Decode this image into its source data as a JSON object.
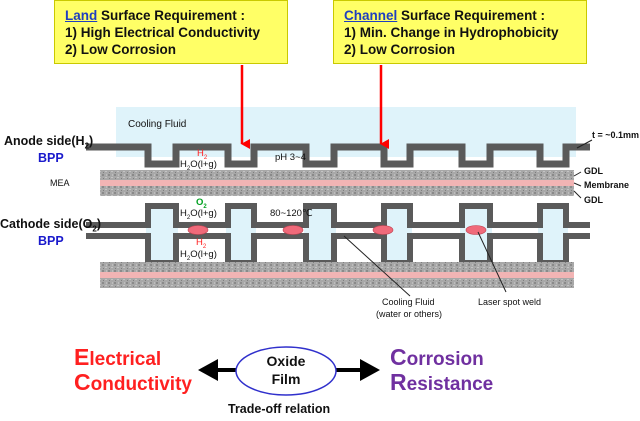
{
  "boxes": {
    "land": {
      "keyword": "Land",
      "rest": " Surface Requirement :",
      "line1": "1) High Electrical Conductivity",
      "line2": "2) Low Corrosion"
    },
    "channel": {
      "keyword": "Channel",
      "rest": " Surface Requirement :",
      "line1": "1) Min. Change in Hydrophobicity",
      "line2": "2) Low Corrosion"
    }
  },
  "labels": {
    "cooling_fluid_top": "Cooling Fluid",
    "thickness": "t = ~0.1mm",
    "anode_side": "Anode side(H",
    "anode_sub": "2",
    "anode_close": ")",
    "anode_bpp": "BPP",
    "cathode_side": "Cathode side(O",
    "cathode_sub": "2",
    "cathode_close": ")",
    "cathode_bpp": "BPP",
    "mea": "MEA",
    "gdl_top": "GDL",
    "membrane": "Membrane",
    "gdl_bottom": "GDL",
    "h2_top": "H",
    "h2_top_sub": "2",
    "water_top": "H",
    "water_top_sub": "2",
    "water_top_rest": "O(l+g)",
    "ph": "pH 3~4",
    "o2": "O",
    "o2_sub": "2",
    "water_mid": "H",
    "water_mid_sub": "2",
    "water_mid_rest": "O(l+g)",
    "temp": "80~120℃",
    "h2_bottom": "H",
    "h2_bottom_sub": "2",
    "water_bot": "H",
    "water_bot_sub": "2",
    "water_bot_rest": "O(l+g)",
    "cooling_fluid_bottom": "Cooling Fluid",
    "cooling_fluid_note": "(water or others)",
    "laser_weld": "Laser spot weld"
  },
  "tradeoff": {
    "left_cap1": "E",
    "left_rest1": "lectrical",
    "left_cap2": "C",
    "left_rest2": "onductivity",
    "center1": "Oxide",
    "center2": "Film",
    "right_cap1": "C",
    "right_rest1": "orrosion",
    "right_cap2": "R",
    "right_rest2": "esistance",
    "caption": "Trade-off relation"
  },
  "colors": {
    "box_fill": "#ffff66",
    "arrow_red": "#ff0000",
    "cooling": "#dff3fa",
    "plate": "#595959",
    "membrane": "#f2b4b4",
    "weld": "#f06a7a",
    "purple": "#7030a0",
    "ellipse": "#3030cc"
  }
}
